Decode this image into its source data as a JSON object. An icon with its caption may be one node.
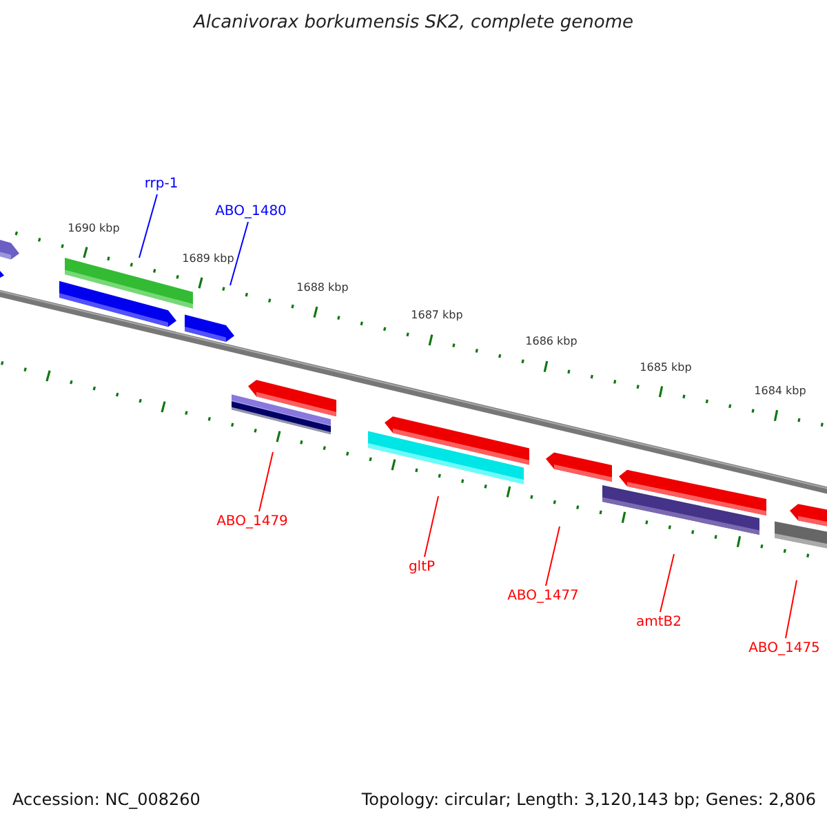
{
  "diagram": {
    "title": "Alcanivorax borkumensis SK2, complete genome",
    "nodes": [
      {
        "text": [
          "rrp-1"
        ]
      },
      {
        "text": [
          "ABO_1480"
        ]
      },
      {
        "text": [
          "ABO_1479"
        ]
      },
      {
        "text": [
          "gltP"
        ]
      },
      {
        "text": [
          "ABO_1477"
        ]
      },
      {
        "text": [
          "amtB2"
        ]
      },
      {
        "text": [
          "ABO_1475"
        ]
      }
    ],
    "edges": [
      {
        "from": 0,
        "to": null,
        "arrow": "none",
        "color": "#0000ff"
      },
      {
        "from": 1,
        "to": null,
        "arrow": "none",
        "color": "#0000ff"
      },
      {
        "from": 2,
        "to": null,
        "arrow": "none"
      },
      {
        "from": 3,
        "to": null,
        "arrow": "none"
      },
      {
        "from": 4,
        "to": null,
        "arrow": "none"
      },
      {
        "from": 5,
        "to": null,
        "arrow": "none"
      },
      {
        "from": 6,
        "to": null,
        "arrow": "none"
      }
    ],
    "labels": [
      "1690 kbp",
      "1689 kbp",
      "1688 kbp",
      "1687 kbp",
      "1686 kbp",
      "1685 kbp",
      "1684 kbp",
      "Accession: NC_008260",
      "Topology: circular; Length: 3,120,143 bp; Genes: 2,806"
    ]
  }
}
